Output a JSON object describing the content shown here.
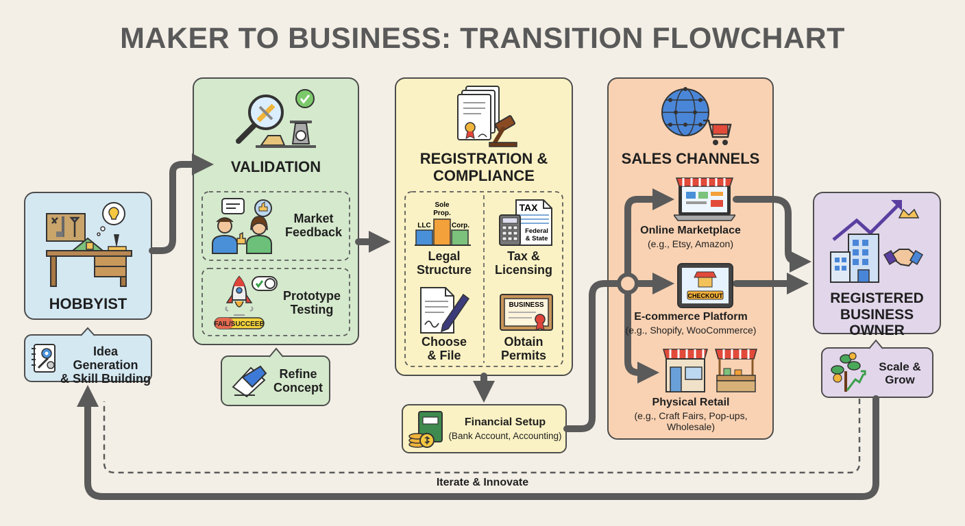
{
  "title": "MAKER TO BUSINESS: TRANSITION FLOWCHART",
  "hobbyist": {
    "label": "HOBBYIST",
    "sub": {
      "line1": "Idea Generation",
      "line2": "& Skill Building"
    }
  },
  "validation": {
    "label": "VALIDATION",
    "market_feedback": {
      "line1": "Market",
      "line2": "Feedback"
    },
    "prototype_testing": {
      "line1": "Prototype",
      "line2": "Testing",
      "badge": "FAIL/SUCCEEB"
    },
    "refine": {
      "line1": "Refine",
      "line2": "Concept"
    }
  },
  "registration": {
    "label": {
      "line1": "REGISTRATION &",
      "line2": "COMPLIANCE"
    },
    "legal": {
      "line1": "Legal",
      "line2": "Structure",
      "chart_labels": {
        "llc": "LLC",
        "sole1": "Sole",
        "sole2": "Prop.",
        "corp": "Corp."
      }
    },
    "tax": {
      "line1": "Tax &",
      "line2": "Licensing",
      "doc_title": "TAX",
      "doc_line1": "Federal",
      "doc_line2": "& State"
    },
    "choose": {
      "line1": "Choose",
      "line2": "& File"
    },
    "permits": {
      "line1": "Obtain",
      "line2": "Permits",
      "sign": "BUSINESS"
    },
    "financial": {
      "title": "Financial Setup",
      "sub": "(Bank Account, Accounting)"
    }
  },
  "sales": {
    "label": "SALES CHANNELS",
    "online": {
      "title": "Online Marketplace",
      "sub": "(e.g., Etsy, Amazon)"
    },
    "ecommerce": {
      "title": "E-commerce Platform",
      "sub": "(e.g., Shopify, WooCommerce)",
      "screen_text": "CHECKOUT"
    },
    "retail": {
      "title": "Physical Retail",
      "sub1": "(e.g., Craft Fairs, Pop-ups,",
      "sub2": "Wholesale)"
    }
  },
  "owner": {
    "label": {
      "line1": "REGISTERED",
      "line2": "BUSINESS OWNER"
    },
    "scale": {
      "line1": "Scale &",
      "line2": "Grow"
    }
  },
  "loop_label": "Iterate & Innovate",
  "colors": {
    "background": "#f3efe6",
    "hobbyist": "#d4e8f2",
    "validation": "#d5e9cd",
    "registration": "#faf2c4",
    "sales": "#f9d2b3",
    "owner": "#e1d6ea",
    "arrow": "#5a5a5a"
  }
}
